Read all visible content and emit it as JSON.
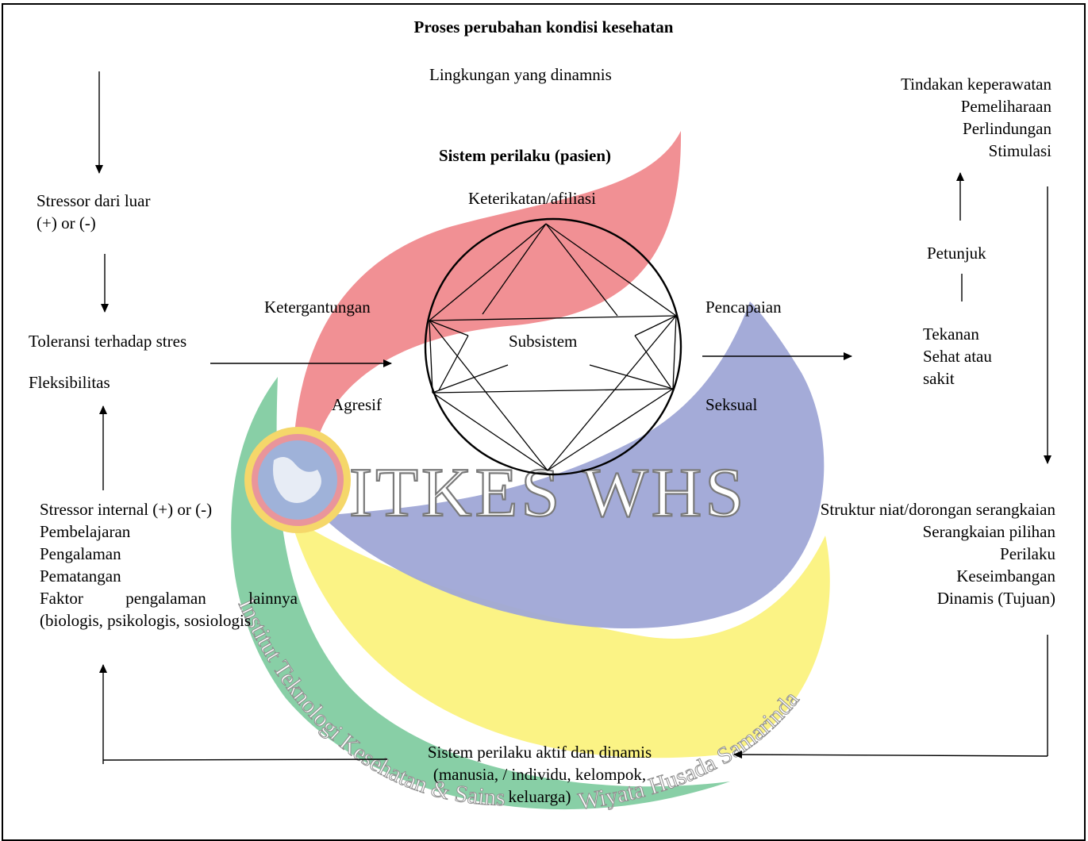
{
  "title": "Proses perubahan kondisi kesehatan",
  "environment": "Lingkungan yang dinamnis",
  "system_title": "Sistem perilaku (pasien)",
  "subsystems": {
    "top": "Keterikatan/afiliasi",
    "left": "Ketergantungan",
    "right": "Pencapaian",
    "center": "Subsistem",
    "lower_left": "Agresif",
    "lower_right": "Seksual"
  },
  "left_column": {
    "external_stressor": [
      "Stressor dari luar",
      "(+) or (-)"
    ],
    "tolerance": "Toleransi terhadap stres",
    "flexibility": "Fleksibilitas",
    "internal_stressor": [
      "Stressor internal (+) or (-)",
      "Pembelajaran",
      "Pengalaman",
      "Pematangan",
      "Faktor pengalaman lainnya",
      "(biologis, psikologis, sosiologis"
    ]
  },
  "right_column": {
    "nursing_actions": [
      "Tindakan keperawatan",
      "Pemeliharaan",
      "Perlindungan",
      "Stimulasi"
    ],
    "guidance": "Petunjuk",
    "pressure": [
      "Tekanan",
      "Sehat atau",
      "sakit"
    ],
    "structure": [
      "Struktur niat/dorongan serangkaian",
      "Serangkaian pilihan",
      "Perilaku",
      "Keseimbangan",
      "Dinamis (Tujuan)"
    ]
  },
  "bottom": [
    "Sistem perilaku aktif dan dinamis",
    "(manusia, / individu, kelompok,",
    "keluarga)"
  ],
  "watermark": {
    "logo_text": "ITKES WHS",
    "arc_left": "Institut Teknologi Kesehatan & Sains",
    "arc_right": "Wiyata Husada Samarinda"
  },
  "colors": {
    "red": "#f08a8e",
    "green": "#7ecb9e",
    "blue": "#9fa7d6",
    "yellow": "#fbf27e"
  }
}
